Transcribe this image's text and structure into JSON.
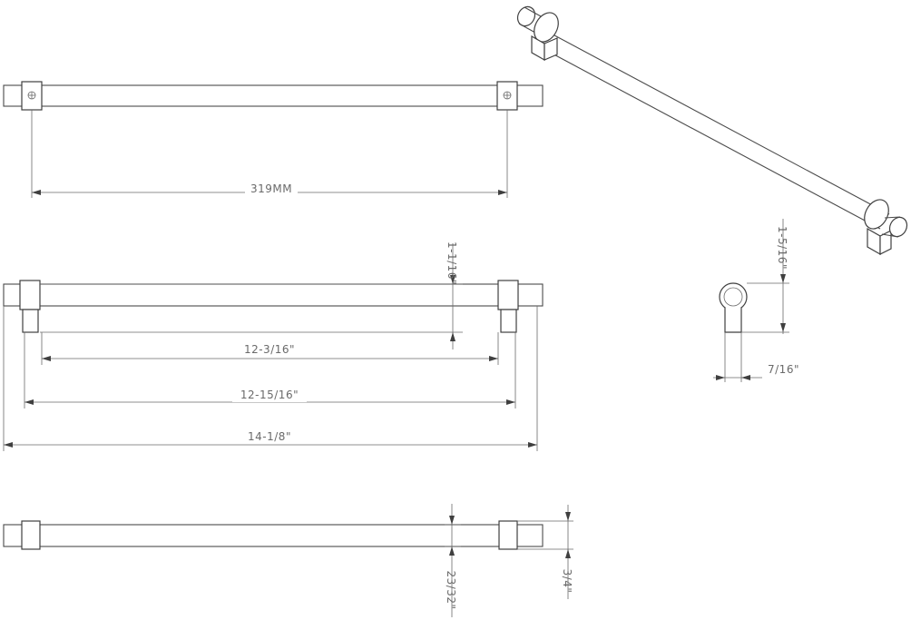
{
  "diagram": {
    "top_view": {
      "hole_spacing_label": "319MM"
    },
    "front_view": {
      "hole_spacing_label": "12-3/16\"",
      "post_span_label": "12-15/16\"",
      "overall_length_label": "14-1/8\"",
      "projection_label": "1-1/16\""
    },
    "side_view": {
      "height_label": "1-5/16\"",
      "bar_diameter_label": "7/16\""
    },
    "bottom_view": {
      "bar_label": "23/32\"",
      "post_label": "3/4\""
    }
  }
}
